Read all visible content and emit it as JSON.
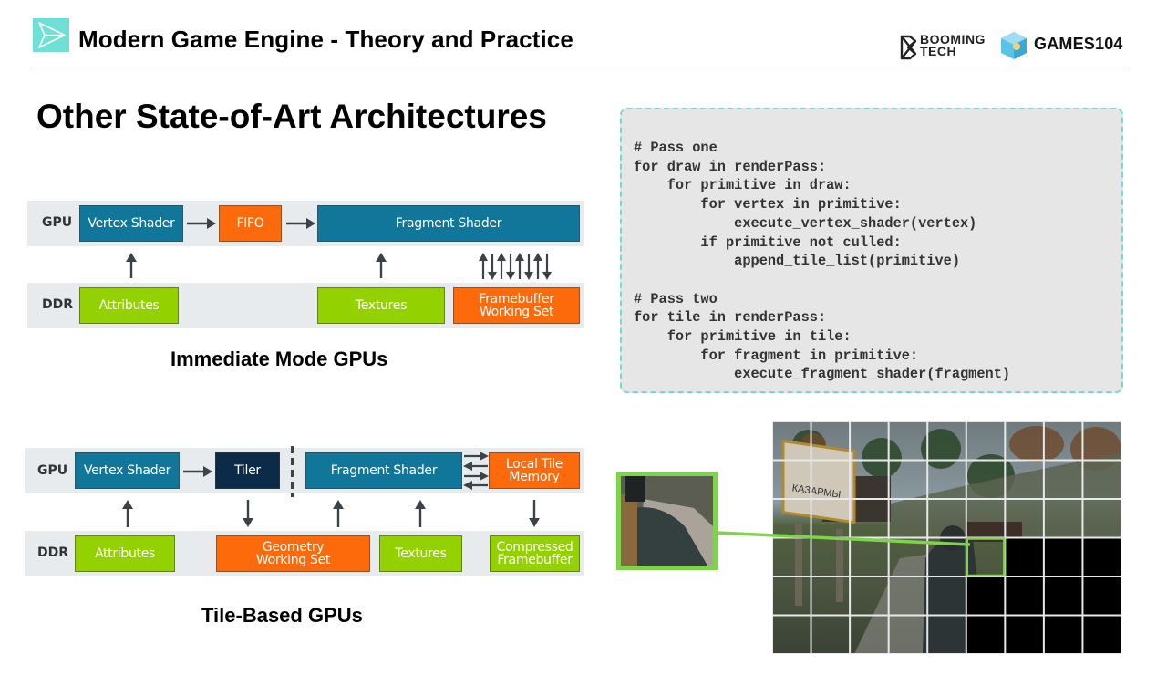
{
  "header": {
    "title": "Modern Game Engine - Theory and Practice",
    "logo_icon": "play-triangle-icon",
    "brand_booming": "BOOMING\nTECH",
    "brand_games": "GAMES104"
  },
  "slide": {
    "title": "Other State-of-Art Architectures"
  },
  "immediate_diagram": {
    "gpu_label": "GPU",
    "ddr_label": "DDR",
    "vertex_shader": "Vertex Shader",
    "fifo": "FIFO",
    "fragment_shader": "Fragment Shader",
    "attributes": "Attributes",
    "textures": "Textures",
    "framebuffer_line1": "Framebuffer",
    "framebuffer_line2": "Working Set",
    "caption": "Immediate Mode GPUs"
  },
  "tile_diagram": {
    "gpu_label": "GPU",
    "ddr_label": "DDR",
    "vertex_shader": "Vertex Shader",
    "tiler": "Tiler",
    "fragment_shader": "Fragment Shader",
    "local_tile_line1": "Local Tile",
    "local_tile_line2": "Memory",
    "attributes": "Attributes",
    "geometry_line1": "Geometry",
    "geometry_line2": "Working Set",
    "textures": "Textures",
    "compressed_line1": "Compressed",
    "compressed_line2": "Framebuffer",
    "caption": "Tile-Based GPUs"
  },
  "code": {
    "lines": [
      "# Pass one",
      "for draw in renderPass:",
      "    for primitive in draw:",
      "        for vertex in primitive:",
      "            execute_vertex_shader(vertex)",
      "        if primitive not culled:",
      "            append_tile_list(primitive)",
      "",
      "# Pass two",
      "for tile in renderPass:",
      "    for primitive in tile:",
      "        for fragment in primitive:",
      "            execute_fragment_shader(fragment)"
    ]
  },
  "tile_image": {
    "columns": 9,
    "rows": 6,
    "rendered_tiles_in_row_4": 5,
    "rendered_rows_fully": 3,
    "highlight_tile": {
      "row": 4,
      "col": 6
    },
    "highlight_color": "#7fd24c",
    "sign_text": "КАЗАРМЫ"
  },
  "colors": {
    "teal": "#10769a",
    "orange": "#fd6a0c",
    "green": "#93d200",
    "navy": "#0b2b49",
    "accent": "#6ee0d6"
  }
}
